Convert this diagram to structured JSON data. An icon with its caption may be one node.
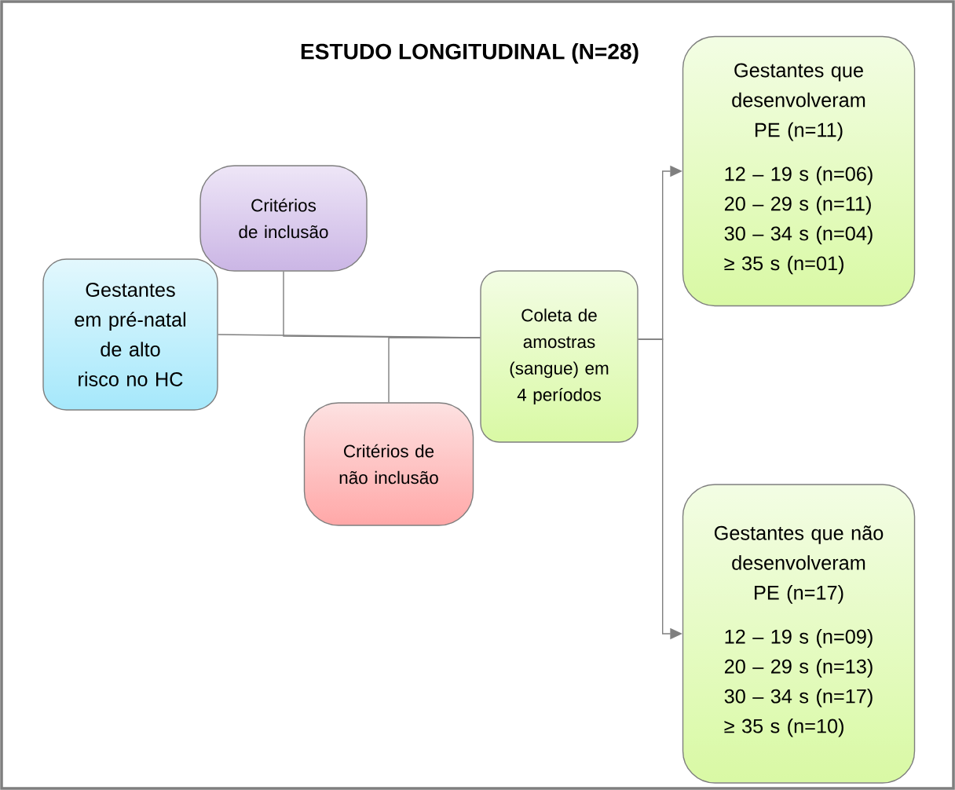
{
  "diagram": {
    "title": "ESTUDO LONGITUDINAL (N=28)",
    "nodes": [
      {
        "text": [
          "Gestantes em pré-natal de alto risco no HC"
        ]
      },
      {
        "text": [
          "Critérios de inclusão"
        ]
      },
      {
        "text": [
          "Critérios de não inclusão"
        ]
      },
      {
        "text": [
          "Coleta de amostras (sangue) em 4 períodos"
        ]
      },
      {
        "text": [
          "Gestantes que desenvolveram PE (n=11)",
          "12 – 19 s (n=06)",
          "20 – 29 s (n=11)",
          "30 – 34 s (n=04)",
          "≥ 35 s (n=01)"
        ]
      },
      {
        "text": [
          "Gestantes que não desenvolveram PE (n=17)",
          "12 – 19 s (n=09)",
          "20 – 29 s (n=13)",
          "30 – 34 s (n=17)",
          "≥ 35 s (n=10)"
        ]
      }
    ],
    "edges": [
      {
        "from": 0,
        "to": 3,
        "arrow": "none"
      },
      {
        "from": 1,
        "to": 3,
        "arrow": "none"
      },
      {
        "from": 2,
        "to": 3,
        "arrow": "none"
      },
      {
        "from": 3,
        "to": 4,
        "arrow": "to"
      },
      {
        "from": 3,
        "to": 5,
        "arrow": "to"
      }
    ]
  }
}
